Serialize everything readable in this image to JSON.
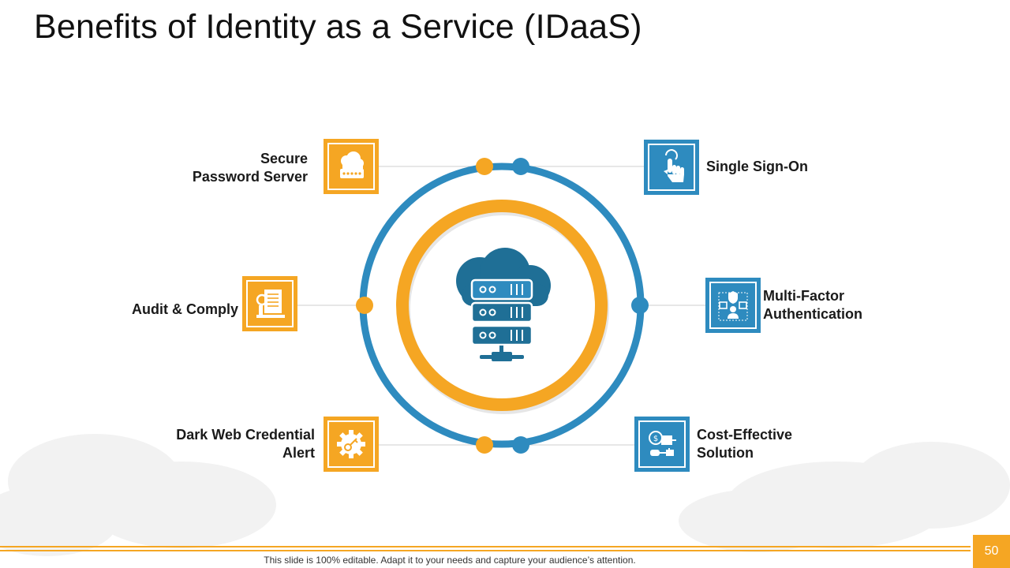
{
  "slide": {
    "title": "Benefits of Identity as a Service (IDaaS)",
    "footer_note": "This slide is 100% editable. Adapt it to your needs and capture your audience’s attention.",
    "page_number": "50"
  },
  "colors": {
    "orange": "#f5a623",
    "blue": "#2e8bbf",
    "dark_blue": "#1f6f96"
  },
  "diagram": {
    "center_icon": "cloud-server-icon",
    "benefits": [
      {
        "line1": "Secure",
        "line2": "Password Server",
        "icon": "cloud-password-icon",
        "color": "orange"
      },
      {
        "line1": "Audit & Comply",
        "line2": "",
        "icon": "audit-document-icon",
        "color": "orange"
      },
      {
        "line1": "Dark Web Credential",
        "line2": "Alert",
        "icon": "gear-key-icon",
        "color": "orange"
      },
      {
        "line1": "Single Sign-On",
        "line2": "",
        "icon": "touch-hand-icon",
        "color": "blue"
      },
      {
        "line1": "Multi-Factor",
        "line2": "Authentication",
        "icon": "user-verification-icon",
        "color": "blue"
      },
      {
        "line1": "Cost-Effective",
        "line2": "Solution",
        "icon": "money-plug-icon",
        "color": "blue"
      }
    ]
  }
}
